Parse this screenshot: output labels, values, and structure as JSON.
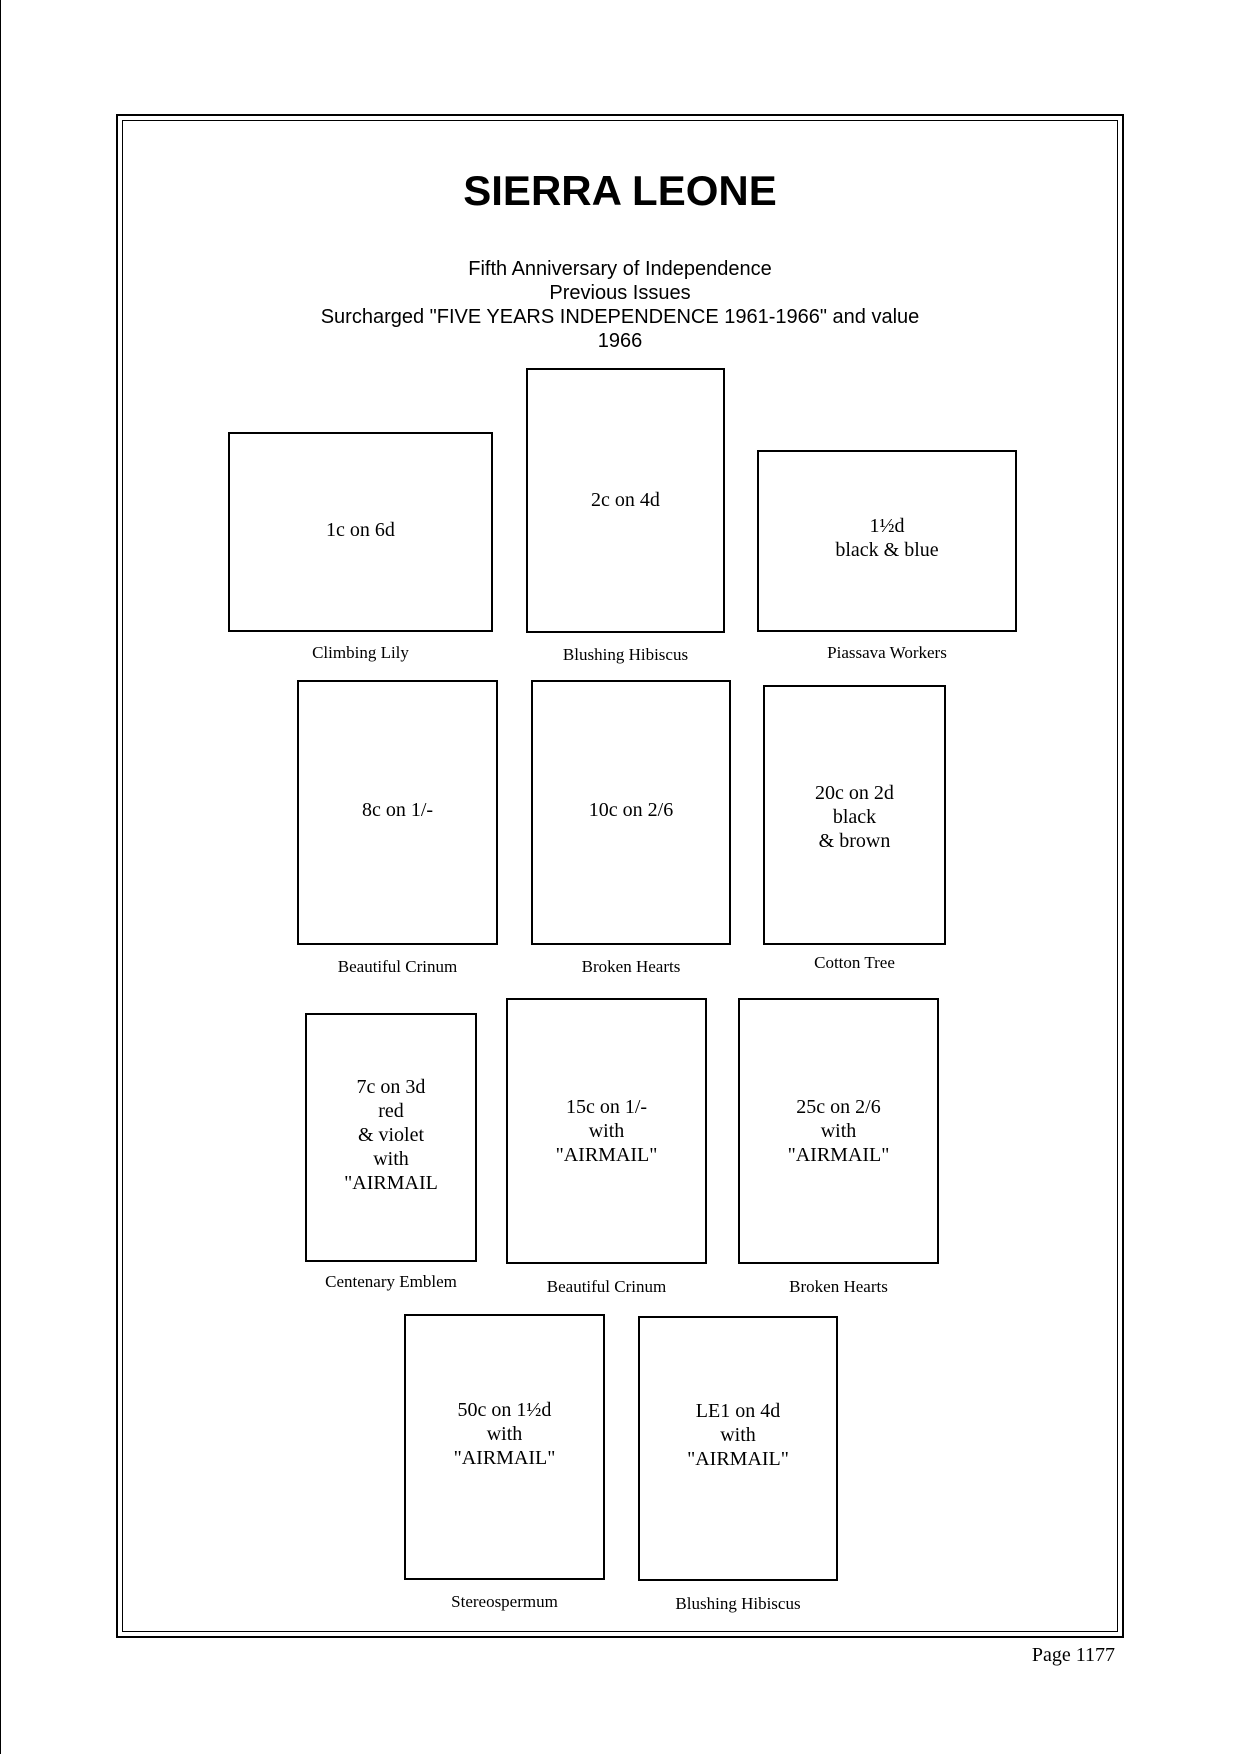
{
  "page": {
    "title": "SIERRA LEONE",
    "subtitle_lines": [
      "Fifth Anniversary of Independence",
      "Previous Issues",
      "Surcharged \"FIVE YEARS INDEPENDENCE 1961-1966\" and value",
      "1966"
    ],
    "page_number": "Page 1177"
  },
  "stamps": [
    {
      "lines": [
        "1c on 6d"
      ],
      "caption": "Climbing Lily"
    },
    {
      "lines": [
        "2c on 4d"
      ],
      "caption": "Blushing Hibiscus"
    },
    {
      "lines": [
        "1½d",
        "black & blue"
      ],
      "caption": "Piassava Workers"
    },
    {
      "lines": [
        "8c on 1/-"
      ],
      "caption": "Beautiful Crinum"
    },
    {
      "lines": [
        "10c on 2/6"
      ],
      "caption": "Broken Hearts"
    },
    {
      "lines": [
        "20c on 2d",
        "black",
        "& brown"
      ],
      "caption": "Cotton Tree"
    },
    {
      "lines": [
        "7c on 3d",
        "red",
        "& violet",
        "with",
        "\"AIRMAIL"
      ],
      "caption": "Centenary Emblem"
    },
    {
      "lines": [
        "15c on 1/-",
        "with",
        "\"AIRMAIL\""
      ],
      "caption": "Beautiful Crinum"
    },
    {
      "lines": [
        "25c on 2/6",
        "with",
        "\"AIRMAIL\""
      ],
      "caption": "Broken Hearts"
    },
    {
      "lines": [
        "50c on 1½d",
        "with",
        "\"AIRMAIL\""
      ],
      "caption": "Stereospermum"
    },
    {
      "lines": [
        "LE1 on 4d",
        "with",
        "\"AIRMAIL\""
      ],
      "caption": "Blushing Hibiscus"
    }
  ]
}
